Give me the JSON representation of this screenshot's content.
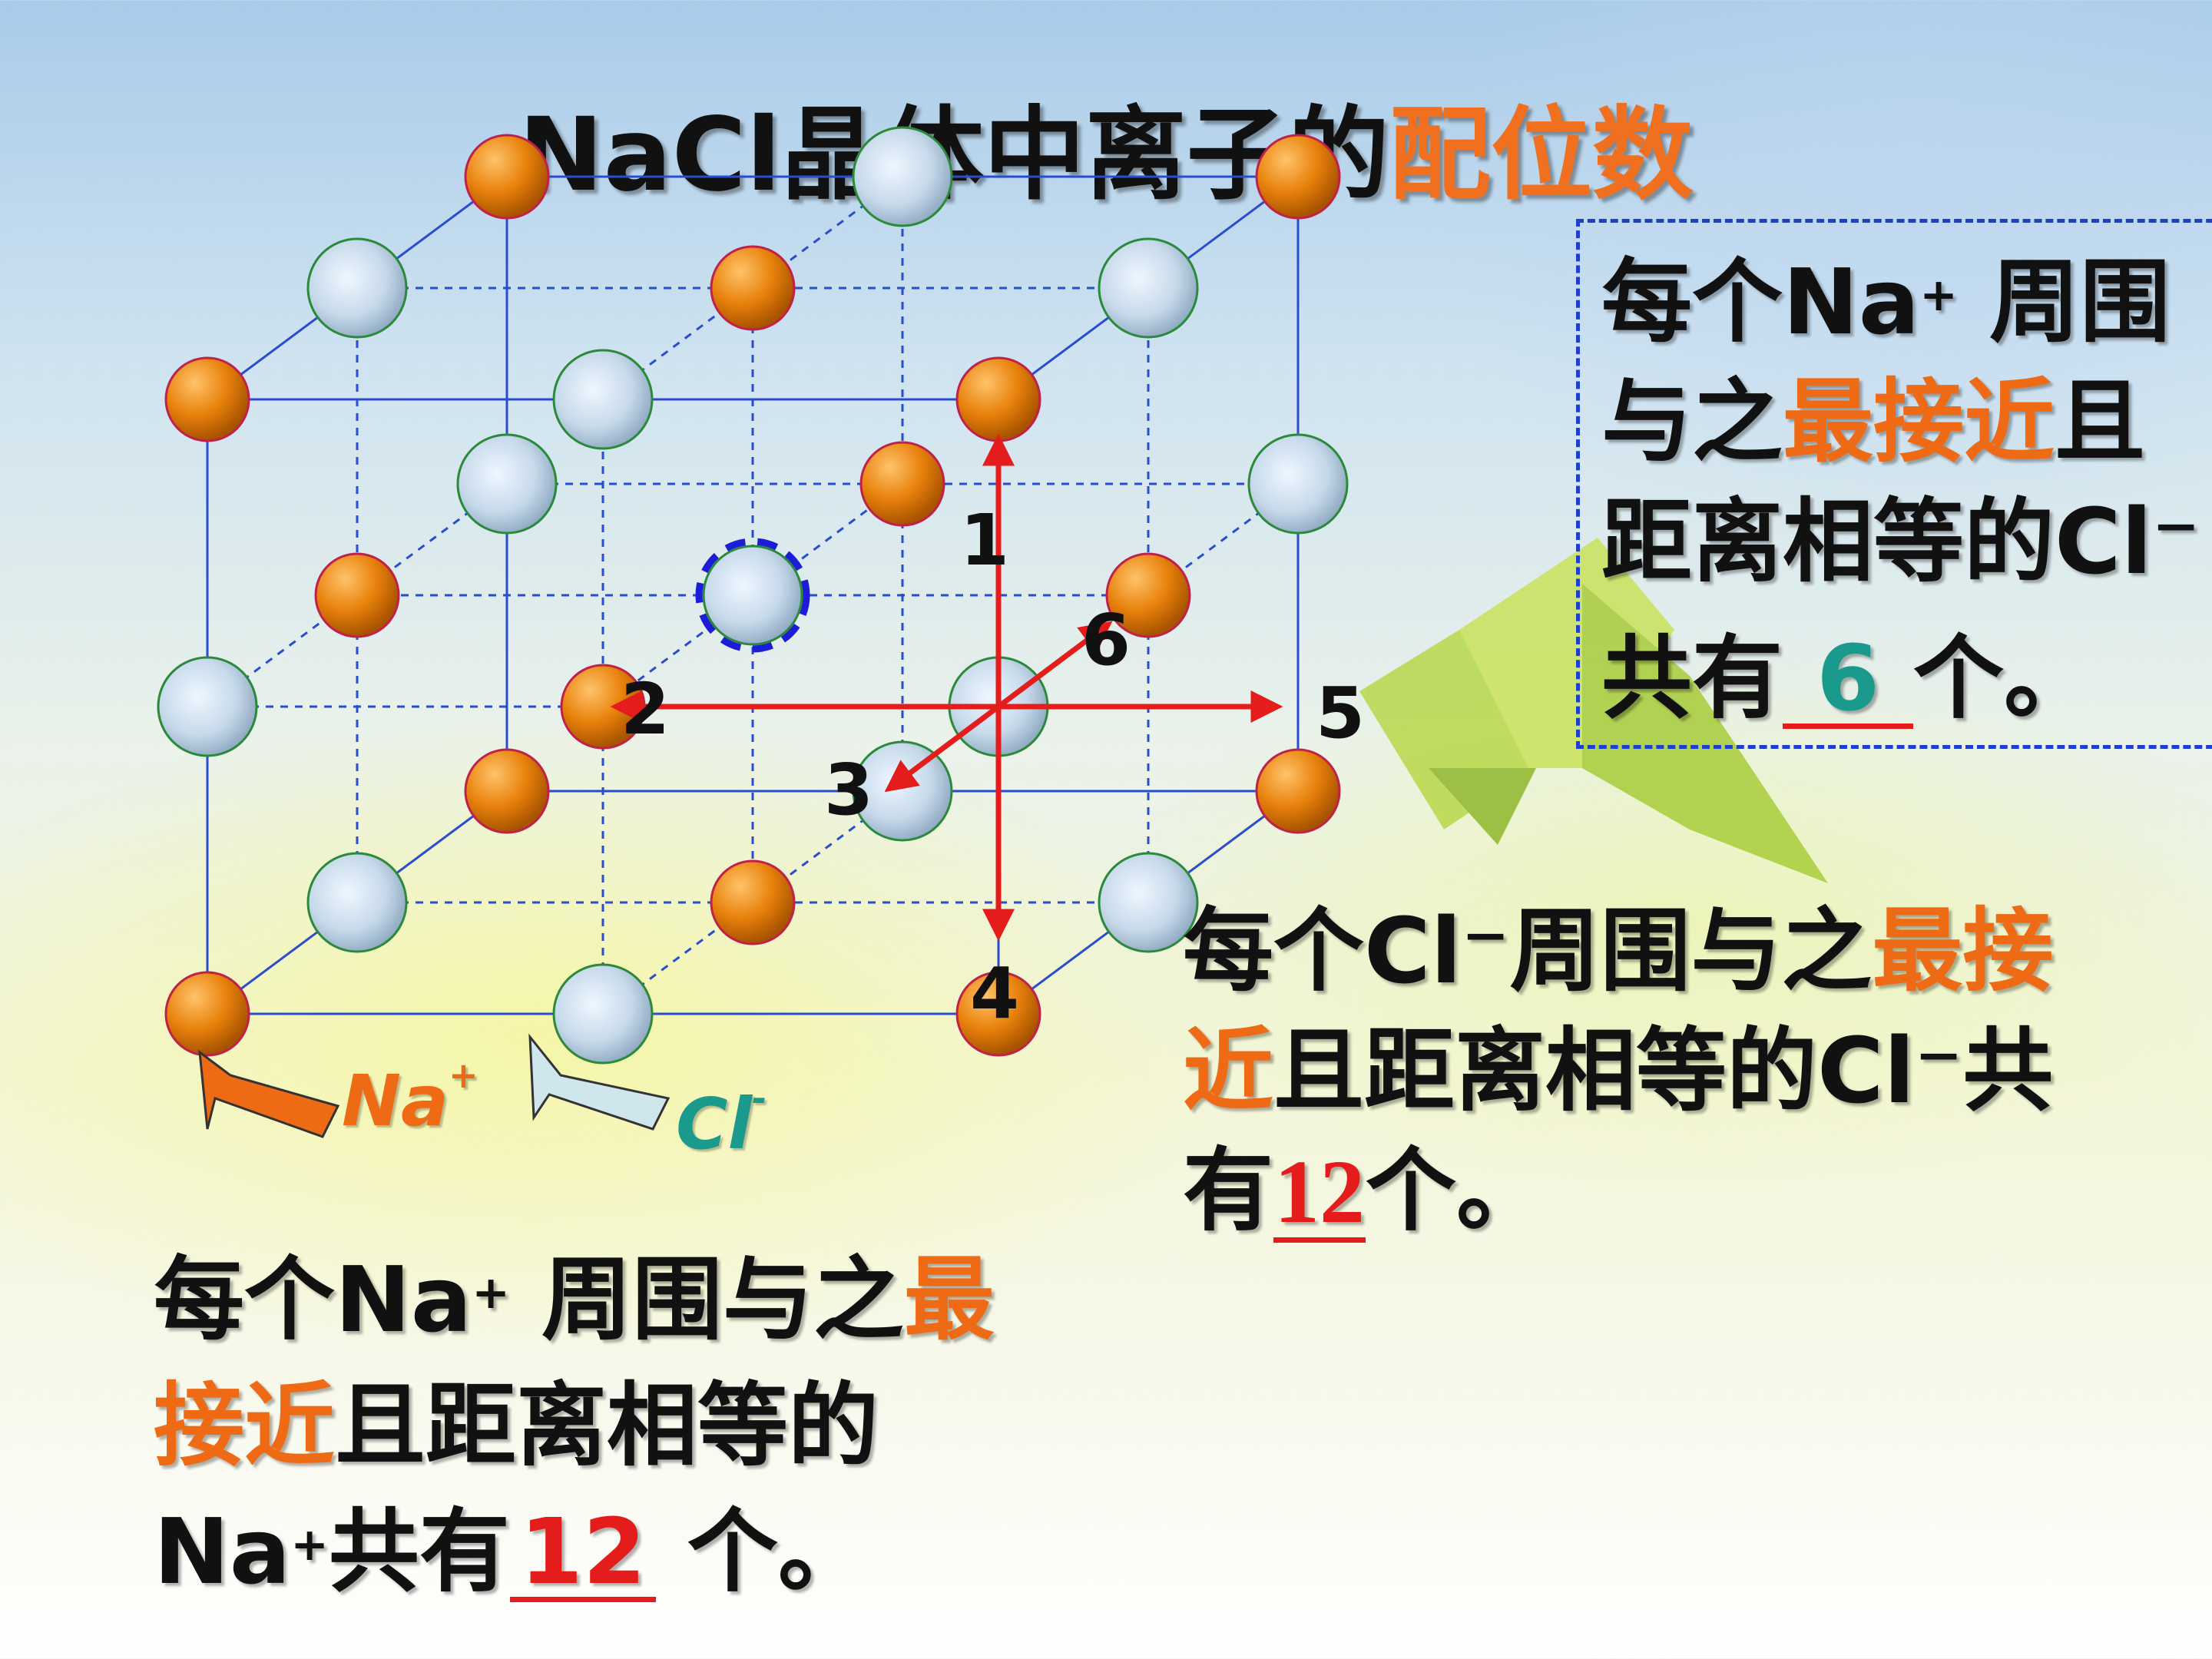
{
  "title": {
    "main": "NaCl晶体中离子的",
    "highlight": "配位数"
  },
  "lattice": {
    "na_color": "#e8820c",
    "cl_color": "#c6d9ea",
    "axis_labels": [
      "1",
      "2",
      "3",
      "4",
      "5",
      "6"
    ],
    "legend_na": "Na",
    "legend_na_sup": "+",
    "legend_cl": "Cl",
    "legend_cl_sup": "-"
  },
  "box_text": {
    "line1_a": "每个Na",
    "line1_sup": "+",
    "line1_b": " 周围",
    "line2_a": "与之",
    "line2_hl": "最接近",
    "line2_b": "且",
    "line3": "距离相等的Cl⁻",
    "line4_a": "共有",
    "answer": "6",
    "line4_b": "个。"
  },
  "cl_text": {
    "line1_a": "每个Cl⁻周围与之",
    "line1_hl": "最接",
    "line2_hl": "近",
    "line2_b": "且距离相等的Cl⁻共",
    "line3_a": "有",
    "answer": "12",
    "line3_b": "个。"
  },
  "na_text": {
    "line1_a": "每个Na",
    "line1_sup": "+",
    "line1_b": " 周围与之",
    "line1_hl": "最",
    "line2_hl": "接近",
    "line2_b": "且距离相等的",
    "line3_a": "Na",
    "line3_sup": "+",
    "line3_b": "共有",
    "answer": "12",
    "line3_c": " 个。"
  }
}
